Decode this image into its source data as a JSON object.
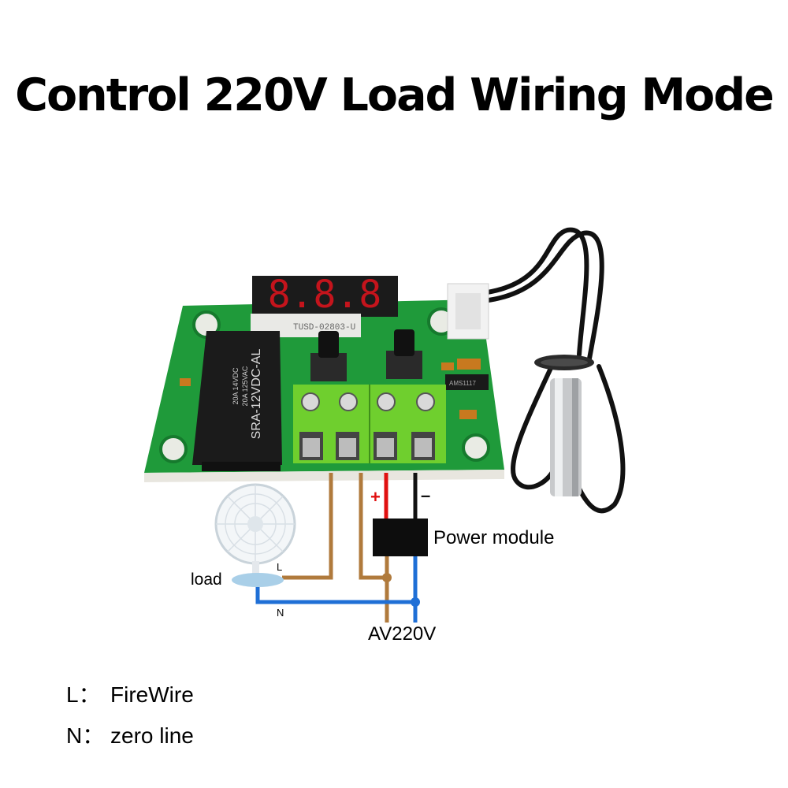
{
  "title": "Control 220V Load Wiring Mode",
  "labels": {
    "load": "load",
    "L": "L",
    "N": "N",
    "power_module": "Power module",
    "ac_source": "AV220V",
    "plus": "+",
    "minus": "–"
  },
  "board": {
    "display": "8.8.8",
    "display_part": "TUSD-02803-U",
    "relay_model": "SRA-12VDC-AL",
    "relay_rating_1": "20A 14VDC",
    "relay_rating_2": "20A 125VAC",
    "regulator": "AMS1117"
  },
  "legend": [
    {
      "key": "L：",
      "value": "FireWire"
    },
    {
      "key": "N：",
      "value": "zero line"
    }
  ],
  "colors": {
    "pcb": "#1f9a3a",
    "terminal": "#6fcf2e",
    "display": "#c4141c",
    "wire_L": "#b07a3c",
    "wire_N": "#1f6fd6",
    "wire_plus": "#e01010",
    "wire_minus": "#111111"
  }
}
